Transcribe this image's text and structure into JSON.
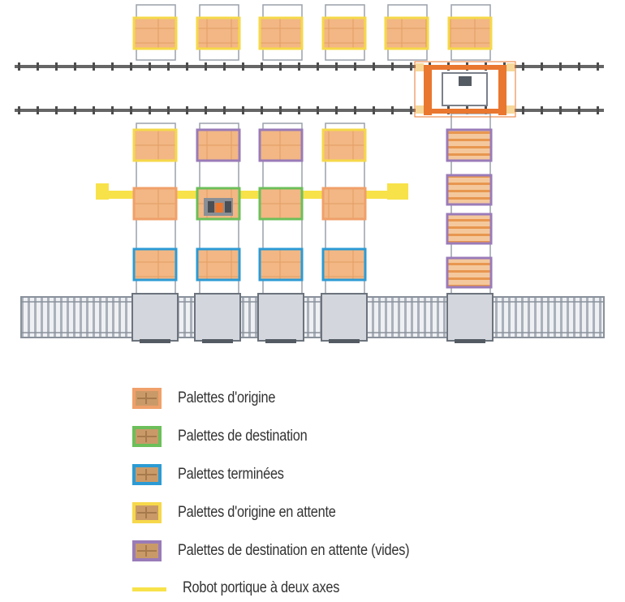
{
  "colors": {
    "origin": "#f0a06a",
    "destination": "#6cbf5a",
    "finished": "#2c9bd4",
    "origin_waiting": "#f6d84a",
    "destination_waiting": "#9a7bb8",
    "gantry": "#f7e24a",
    "pallet": "#f2b784",
    "rail": "#666666",
    "rack": "#b9bec6",
    "robot": "#e9772f"
  },
  "legend": [
    {
      "key": "origin",
      "label": "Palettes d'origine"
    },
    {
      "key": "destination",
      "label": "Palettes de destination"
    },
    {
      "key": "finished",
      "label": "Palettes terminées"
    },
    {
      "key": "origin_waiting",
      "label": "Palettes d'origine en attente"
    },
    {
      "key": "destination_waiting",
      "label": "Palettes de destination en attente (vides)"
    },
    {
      "key": "gantry",
      "label": "Robot portique à deux axes",
      "style": "line"
    }
  ]
}
